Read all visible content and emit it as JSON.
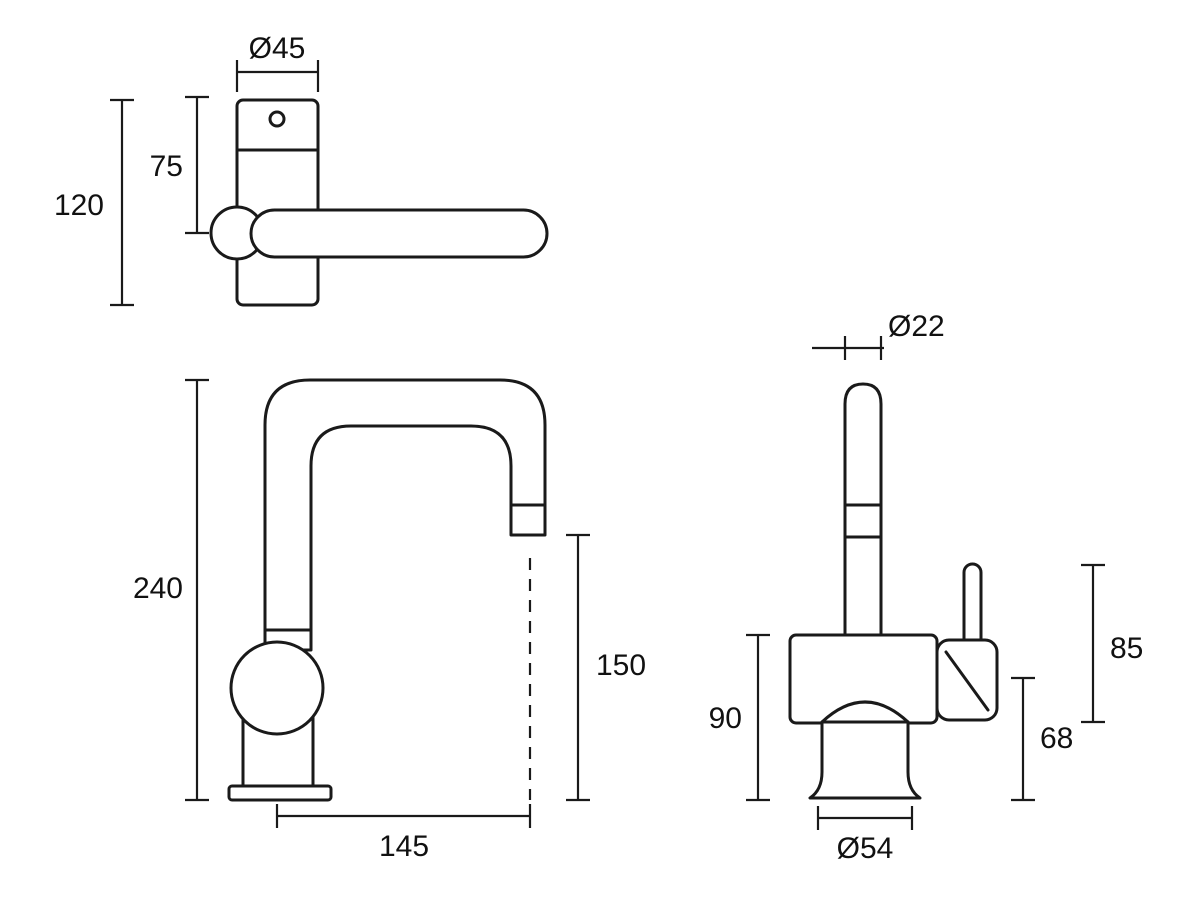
{
  "drawing": {
    "kind": "technical-dimension-drawing",
    "subject": "single-lever mixer tap, three orthographic views",
    "background": "#ffffff",
    "line_color": "#1a1a1a"
  },
  "views": {
    "top": {
      "name": "top view",
      "dims": {
        "body_diameter": "Ø45",
        "handle_centre_offset": "75",
        "overall_depth": "120"
      }
    },
    "front": {
      "name": "front view",
      "dims": {
        "overall_height": "240",
        "outlet_height": "150",
        "spout_reach": "145"
      }
    },
    "side": {
      "name": "side view",
      "dims": {
        "spout_tube_diameter": "Ø22",
        "body_top_height": "90",
        "lever_top_height": "85",
        "lever_pivot_height": "68",
        "base_diameter": "Ø54"
      }
    }
  }
}
